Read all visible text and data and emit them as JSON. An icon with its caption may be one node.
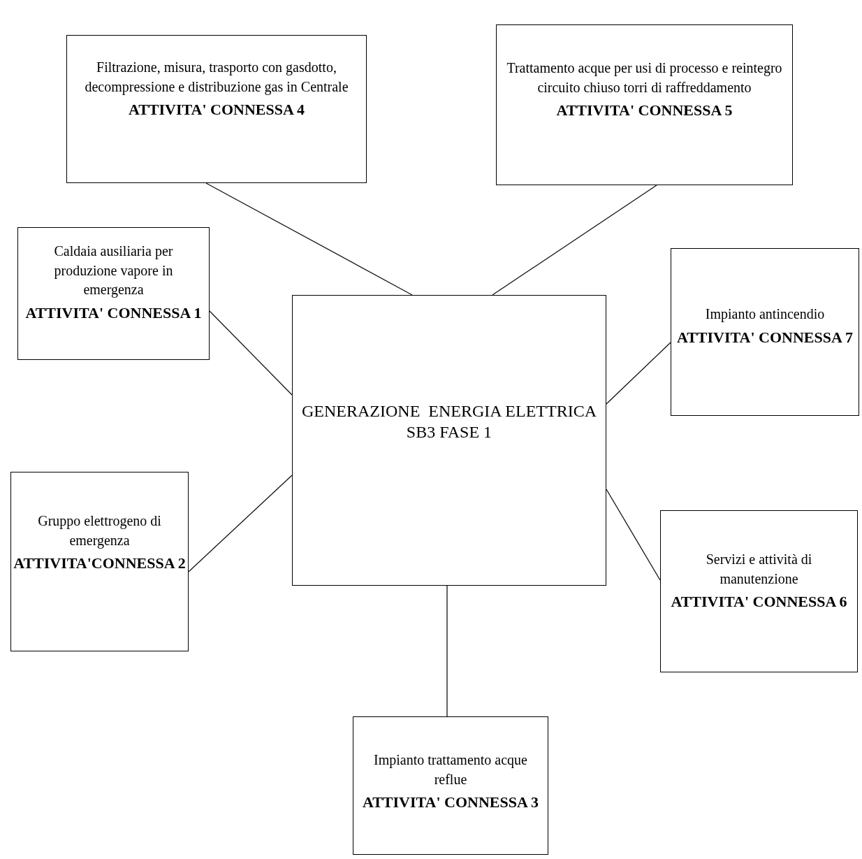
{
  "diagram": {
    "nodes": [
      {
        "text": [
          "Filtrazione, misura, trasporto con gasdotto, decompressione e distribuzione gas in Centrale",
          "ATTIVITA' CONNESSA 4"
        ]
      },
      {
        "text": [
          "Trattamento acque per usi di processo e reintegro circuito chiuso torri di raffreddamento",
          "ATTIVITA' CONNESSA 5"
        ]
      },
      {
        "text": [
          "Caldaia ausiliaria per produzione vapore in emergenza",
          "ATTIVITA' CONNESSA 1"
        ]
      },
      {
        "text": [
          "GENERAZIONE  ENERGIA ELETTRICA SB3 FASE 1"
        ]
      },
      {
        "text": [
          "Impianto antincendio",
          "ATTIVITA' CONNESSA 7"
        ]
      },
      {
        "text": [
          "Gruppo elettrogeno di emergenza",
          "ATTIVITA'CONNESSA 2"
        ]
      },
      {
        "text": [
          "Servizi e attività di manutenzione",
          "ATTIVITA' CONNESSA 6"
        ]
      },
      {
        "text": [
          "Impianto trattamento acque reflue",
          "ATTIVITA' CONNESSA 3"
        ]
      }
    ],
    "edges": [
      {
        "from": 3,
        "to": 0,
        "arrow": "none"
      },
      {
        "from": 3,
        "to": 1,
        "arrow": "none"
      },
      {
        "from": 3,
        "to": 2,
        "arrow": "none"
      },
      {
        "from": 3,
        "to": 4,
        "arrow": "none"
      },
      {
        "from": 3,
        "to": 5,
        "arrow": "none"
      },
      {
        "from": 3,
        "to": 6,
        "arrow": "none"
      },
      {
        "from": 3,
        "to": 7,
        "arrow": "none"
      }
    ]
  }
}
